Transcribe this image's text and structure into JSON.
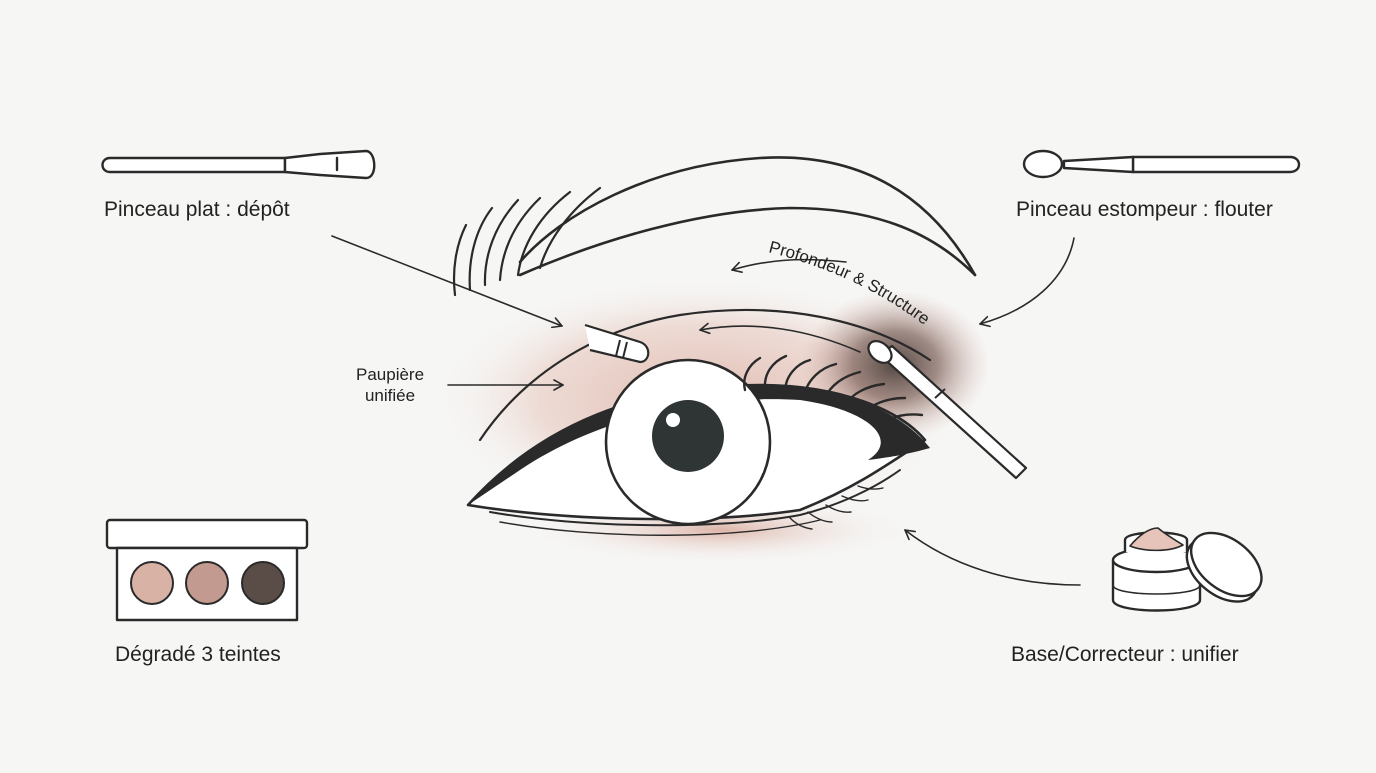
{
  "labels": {
    "flat_brush": "Pinceau plat : dépôt",
    "blending_brush": "Pinceau estompeur : flouter",
    "gradient_palette": "Dégradé 3 teintes",
    "base_concealer": "Base/Correcteur : unifier",
    "eyelid_line1": "Paupière",
    "eyelid_line2": "unifiée",
    "crease_arc": "Profondeur & Structure"
  },
  "icons": [
    "flat-brush-icon",
    "blending-brush-icon",
    "eyeshadow-palette-icon",
    "concealer-jar-icon",
    "eye-illustration"
  ],
  "colors": {
    "background": "#f6f6f5",
    "line": "#2a2a2a",
    "shadow_light": "#e3c2b6",
    "shadow_mid": "#c9a297",
    "shadow_dark": "#5a4c47",
    "iris_pupil": "#2e3534"
  }
}
